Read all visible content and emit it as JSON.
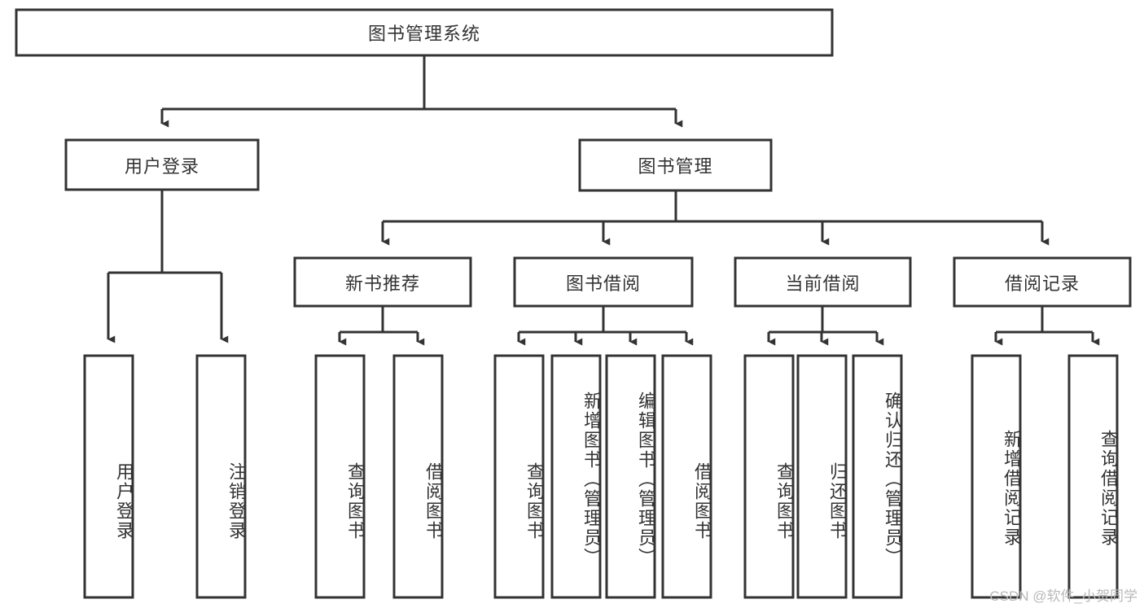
{
  "diagram": {
    "type": "tree-hierarchy",
    "title_node": {
      "id": "root",
      "label": "图书管理系统"
    },
    "level2": [
      {
        "id": "user-login",
        "label": "用户登录"
      },
      {
        "id": "book-manage",
        "label": "图书管理"
      }
    ],
    "level3": [
      {
        "id": "new-book-rec",
        "label": "新书推荐",
        "parent": "book-manage"
      },
      {
        "id": "book-borrow",
        "label": "图书借阅",
        "parent": "book-manage"
      },
      {
        "id": "current-borrow",
        "label": "当前借阅",
        "parent": "book-manage"
      },
      {
        "id": "borrow-record",
        "label": "借阅记录",
        "parent": "book-manage"
      }
    ],
    "leaves": [
      {
        "id": "leaf-user-login",
        "label": "用户登录",
        "parent": "user-login"
      },
      {
        "id": "leaf-user-logout",
        "label": "注销登录",
        "parent": "user-login"
      },
      {
        "id": "leaf-query-book-1",
        "label": "查询图书",
        "parent": "new-book-rec"
      },
      {
        "id": "leaf-borrow-book-1",
        "label": "借阅图书",
        "parent": "new-book-rec"
      },
      {
        "id": "leaf-query-book-2",
        "label": "查询图书",
        "parent": "book-borrow"
      },
      {
        "id": "leaf-add-book",
        "label": "新增图书（管理员）",
        "parent": "book-borrow"
      },
      {
        "id": "leaf-edit-book",
        "label": "编辑图书（管理员）",
        "parent": "book-borrow"
      },
      {
        "id": "leaf-borrow-book-2",
        "label": "借阅图书",
        "parent": "book-borrow"
      },
      {
        "id": "leaf-query-book-3",
        "label": "查询图书",
        "parent": "current-borrow"
      },
      {
        "id": "leaf-return-book",
        "label": "归还图书",
        "parent": "current-borrow"
      },
      {
        "id": "leaf-confirm-return",
        "label": "确认归还（管理员）",
        "parent": "current-borrow"
      },
      {
        "id": "leaf-add-record",
        "label": "新增借阅记录",
        "parent": "borrow-record"
      },
      {
        "id": "leaf-query-record",
        "label": "查询借阅记录",
        "parent": "borrow-record"
      }
    ],
    "colors": {
      "stroke": "#333333",
      "fill": "#ffffff",
      "text": "#333333",
      "watermark": "#b9b9b9"
    }
  },
  "watermark": {
    "text": "CSDN @软件_小贺同学"
  }
}
